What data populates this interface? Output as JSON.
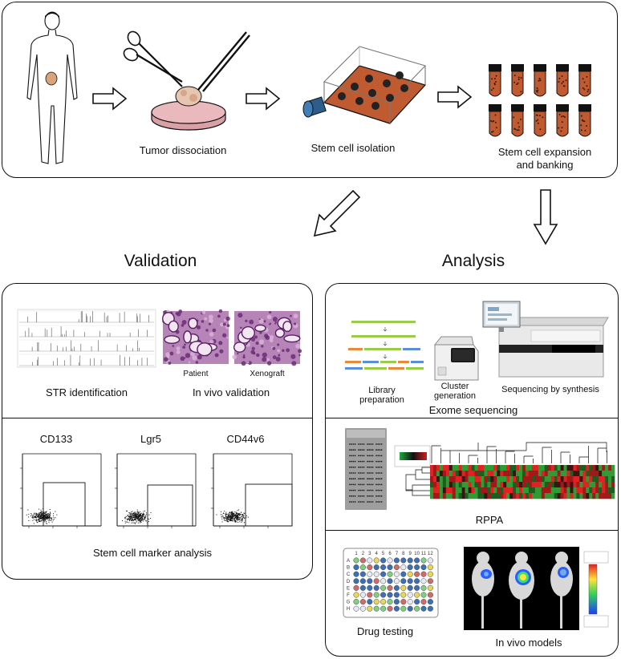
{
  "workflow": {
    "step_tumor": "Tumor dissociation",
    "step_isolation": "Stem cell isolation",
    "step_expansion_line1": "Stem cell expansion",
    "step_expansion_line2": "and banking"
  },
  "validation": {
    "heading": "Validation",
    "str_label": "STR identification",
    "invivo_label": "In vivo validation",
    "patient_label": "Patient",
    "xenograft_label": "Xenograft",
    "markers": [
      "CD133",
      "Lgr5",
      "CD44v6"
    ],
    "marker_label": "Stem cell marker analysis"
  },
  "analysis": {
    "heading": "Analysis",
    "library_line1": "Library",
    "library_line2": "preparation",
    "cluster_line1": "Cluster",
    "cluster_line2": "generation",
    "sequencing_label": "Sequencing by synthesis",
    "exome_label": "Exome sequencing",
    "rppa_label": "RPPA",
    "drug_label": "Drug testing",
    "invivo_models_label": "In vivo models",
    "plate_columns": [
      "1",
      "2",
      "3",
      "4",
      "5",
      "6",
      "7",
      "8",
      "9",
      "10",
      "11",
      "12"
    ],
    "plate_rows": [
      "A",
      "B",
      "C",
      "D",
      "E",
      "F",
      "G",
      "H"
    ]
  },
  "colors": {
    "line": "#111111",
    "tissue_pink": "#c8818a",
    "tube_orange": "#c05a30",
    "tube_cap": "#111111",
    "histology_purple": "#8a4f8f",
    "heatmap_red": "#c41f1f",
    "heatmap_green": "#2f9b32"
  }
}
